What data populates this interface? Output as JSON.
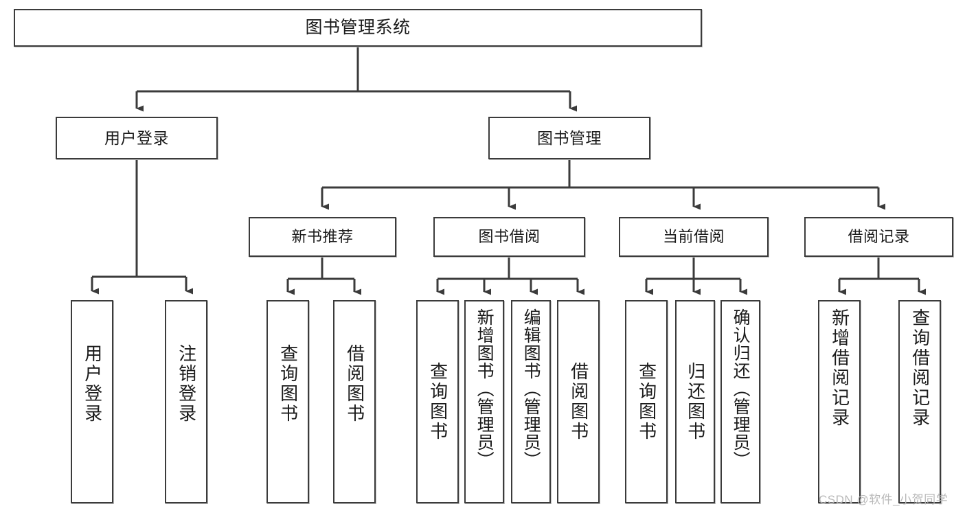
{
  "diagram": {
    "type": "tree",
    "title": "图书管理系统",
    "root": {
      "label": "图书管理系统"
    },
    "level2": [
      {
        "label": "用户登录"
      },
      {
        "label": "图书管理"
      }
    ],
    "level3": [
      {
        "label": "新书推荐"
      },
      {
        "label": "图书借阅"
      },
      {
        "label": "当前借阅"
      },
      {
        "label": "借阅记录"
      }
    ],
    "leaves": {
      "user_login": [
        {
          "label": "用户登录"
        },
        {
          "label": "注销登录"
        }
      ],
      "new_book": [
        {
          "label": "查询图书"
        },
        {
          "label": "借阅图书"
        }
      ],
      "book_borrow": [
        {
          "label": "查询图书"
        },
        {
          "label": "新增图书（管理员）"
        },
        {
          "label": "编辑图书（管理员）"
        },
        {
          "label": "借阅图书"
        }
      ],
      "current_borrow": [
        {
          "label": "查询图书"
        },
        {
          "label": "归还图书"
        },
        {
          "label": "确认归还（管理员）"
        }
      ],
      "borrow_record": [
        {
          "label": "新增借阅记录"
        },
        {
          "label": "查询借阅记录"
        }
      ]
    }
  },
  "watermark": {
    "text": "CSDN @软件_小贺同学"
  },
  "colors": {
    "border": "#3b3b3b",
    "background": "#ffffff",
    "text": "#1b1b1b",
    "watermark": "#b9b9b9"
  }
}
